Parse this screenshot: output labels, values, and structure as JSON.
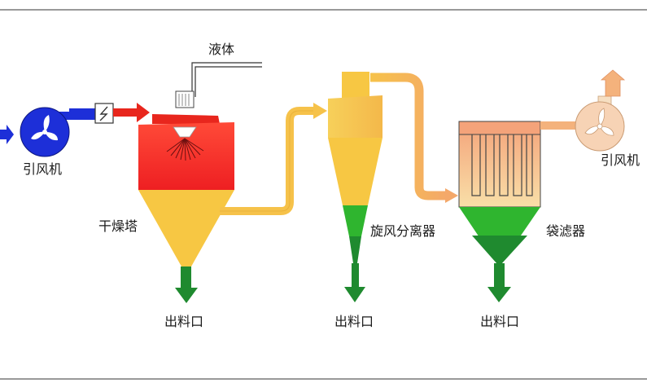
{
  "labels": {
    "liquid": "液体",
    "fan_left": "引风机",
    "fan_right": "引风机",
    "dryer": "干燥塔",
    "cyclone": "旋风分离器",
    "bag_filter": "袋滤器",
    "outlet_dryer": "出料口",
    "outlet_cyclone": "出料口",
    "outlet_bag": "出料口"
  },
  "colors": {
    "cold_air": "#1d2fd8",
    "hot_air": "#e8261d",
    "dryer_red": "#ee1f22",
    "product_yellow": "#f7c743",
    "product_green": "#2fb52f",
    "discharge_green": "#1f8a2f",
    "exhaust_peach": "#f4b27c",
    "frame": "#333333"
  }
}
